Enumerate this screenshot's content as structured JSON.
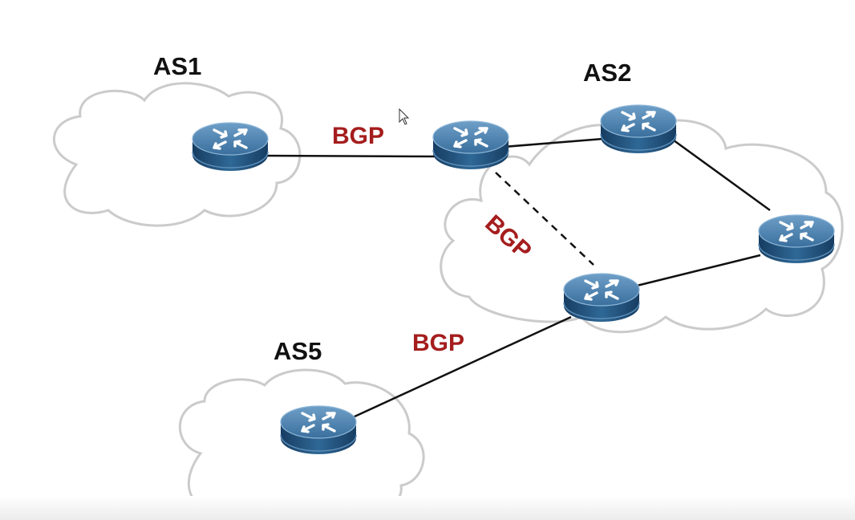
{
  "diagram": {
    "autonomous_systems": [
      {
        "id": "as1",
        "label": "AS1"
      },
      {
        "id": "as2",
        "label": "AS2"
      },
      {
        "id": "as5",
        "label": "AS5"
      }
    ],
    "routers": [
      {
        "id": "r-as1",
        "as": "AS1"
      },
      {
        "id": "r-border",
        "as": "AS2"
      },
      {
        "id": "r-top",
        "as": "AS2"
      },
      {
        "id": "r-right",
        "as": "AS2"
      },
      {
        "id": "r-lower",
        "as": "AS2"
      },
      {
        "id": "r-as5",
        "as": "AS5"
      }
    ],
    "links": [
      {
        "from": "r-as1",
        "to": "r-border",
        "style": "solid",
        "label": "BGP"
      },
      {
        "from": "r-border",
        "to": "r-top",
        "style": "solid"
      },
      {
        "from": "r-top",
        "to": "r-right",
        "style": "solid"
      },
      {
        "from": "r-right",
        "to": "r-lower",
        "style": "solid"
      },
      {
        "from": "r-border",
        "to": "r-lower",
        "style": "dashed",
        "label": "BGP"
      },
      {
        "from": "r-lower",
        "to": "r-as5",
        "style": "solid",
        "label": "BGP"
      }
    ],
    "colors": {
      "bgp_label": "#a51d1d",
      "link": "#111111",
      "cloud_outline": "#c8c8c8",
      "router_top": "#4f86b3",
      "router_side": "#1d4a74"
    },
    "icons": {
      "router": "router-icon",
      "cloud": "cloud-icon",
      "cursor": "mouse-pointer-icon"
    }
  }
}
